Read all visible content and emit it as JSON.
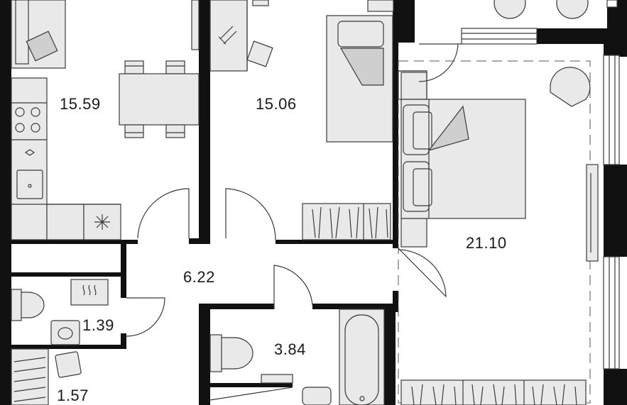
{
  "plan": {
    "rooms": [
      {
        "id": "kitchen",
        "area": "15.59"
      },
      {
        "id": "bedroom-1",
        "area": "15.06"
      },
      {
        "id": "bedroom-2",
        "area": "21.10"
      },
      {
        "id": "hallway",
        "area": "6.22"
      },
      {
        "id": "bathroom",
        "area": "3.84"
      },
      {
        "id": "toilet",
        "area": "1.39"
      },
      {
        "id": "closet",
        "area": "1.57"
      }
    ]
  }
}
